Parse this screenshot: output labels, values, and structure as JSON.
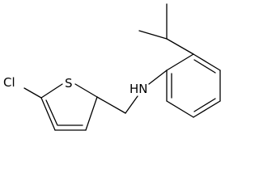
{
  "molecule": {
    "atoms": {
      "chlorine": "Cl",
      "sulfur": "S",
      "amine": "HN"
    },
    "colors": {
      "bond": "#000000",
      "label": "#000000",
      "background": "#ffffff"
    }
  }
}
